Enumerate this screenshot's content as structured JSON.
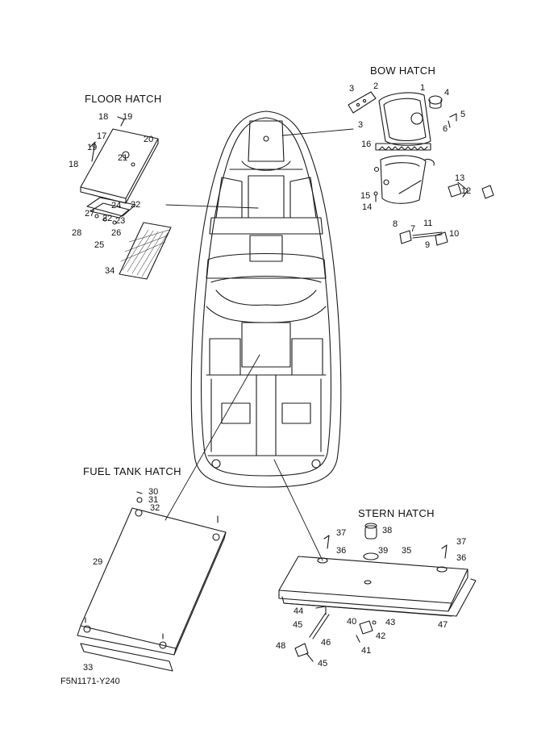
{
  "titles": {
    "bow_hatch": "BOW HATCH",
    "floor_hatch": "FLOOR HATCH",
    "fuel_tank_hatch": "FUEL TANK HATCH",
    "stern_hatch": "STERN HATCH"
  },
  "diagram_code": "F5N1171-Y240",
  "callouts": {
    "bow": [
      "1",
      "2",
      "3",
      "3",
      "4",
      "5",
      "6",
      "7",
      "8",
      "9",
      "10",
      "11",
      "12",
      "13",
      "14",
      "15",
      "16"
    ],
    "floor": [
      "17",
      "18",
      "18",
      "19",
      "19",
      "20",
      "21",
      "22",
      "22",
      "23",
      "24",
      "25",
      "26",
      "27",
      "28",
      "34"
    ],
    "fuel": [
      "29",
      "30",
      "31",
      "32",
      "33"
    ],
    "stern": [
      "35",
      "36",
      "36",
      "37",
      "37",
      "38",
      "39",
      "40",
      "41",
      "42",
      "43",
      "44",
      "45",
      "45",
      "46",
      "47",
      "48"
    ]
  }
}
